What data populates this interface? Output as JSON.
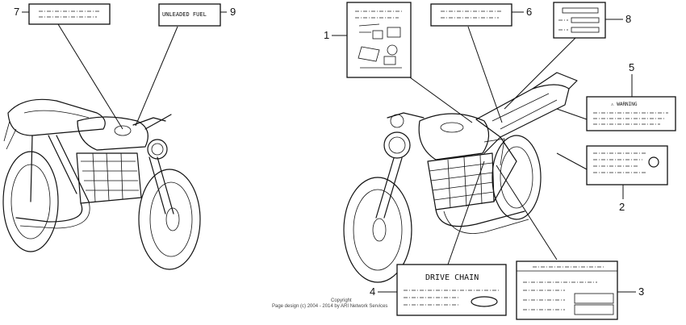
{
  "callouts": [
    "1",
    "2",
    "3",
    "4",
    "5",
    "6",
    "7",
    "8",
    "9"
  ],
  "labels": {
    "fuel_label_text": "UNLEADED FUEL",
    "chain_label_text": "DRIVE CHAIN",
    "warning_label_text": "⚠ WARNING"
  },
  "copyright": {
    "line1": "Copyright",
    "line2": "Page design (c) 2004 - 2014 by ARI Network Services"
  }
}
